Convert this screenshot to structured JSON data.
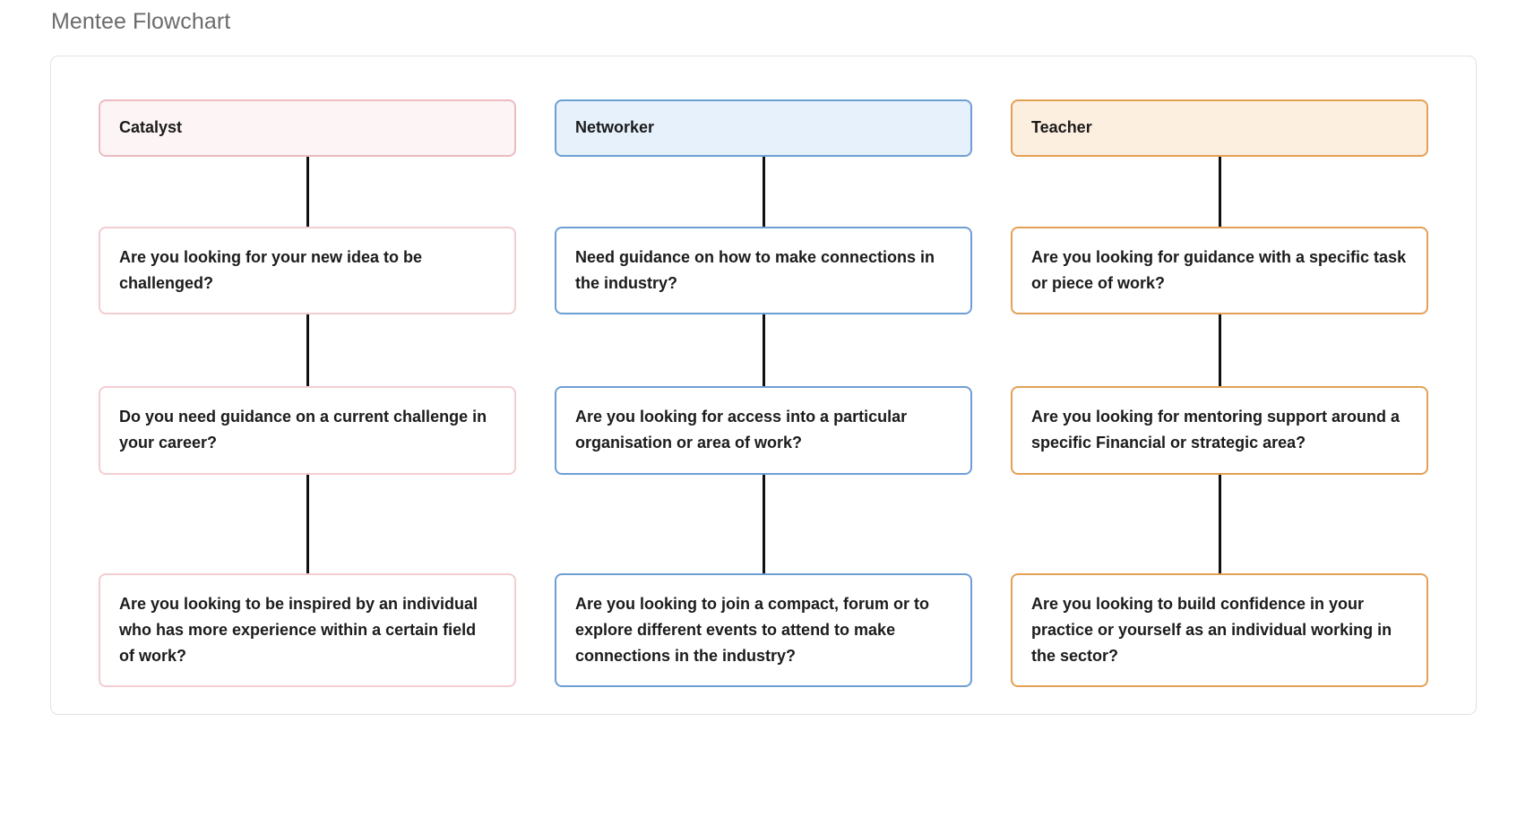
{
  "page": {
    "title": "Mentee Flowchart"
  },
  "colors": {
    "title_text": "#6b6b6b",
    "container_border": "#e2e2e2",
    "connector_line": "#101010",
    "catalyst_border": "#f3cdd1",
    "catalyst_header_border": "#ecbcc2",
    "catalyst_header_fill": "#fdf4f5",
    "networker_border": "#6e9fd4",
    "networker_header_fill": "#e6f1fc",
    "teacher_border": "#e2a155",
    "teacher_header_fill": "#fdefe0"
  },
  "flowchart": {
    "columns": [
      {
        "id": "catalyst",
        "header": "Catalyst",
        "nodes": [
          "Are you looking for your new idea to be challenged?",
          "Do you need guidance on a current challenge in your career?",
          "Are you looking to be inspired by an individual who has more experience within a certain field of work?"
        ]
      },
      {
        "id": "networker",
        "header": "Networker",
        "nodes": [
          "Need guidance on how to make connections in the industry?",
          "Are you looking for access into a particular organisation or area of work?",
          "Are you looking to join a compact, forum or to explore different events to attend to make connections in the industry?"
        ]
      },
      {
        "id": "teacher",
        "header": "Teacher",
        "nodes": [
          "Are you looking for guidance with a specific task or piece of work?",
          "Are you looking for mentoring support around a specific Financial or strategic area?",
          "Are you looking to build confidence in your practice or yourself as an individual working in the sector?"
        ]
      }
    ]
  }
}
